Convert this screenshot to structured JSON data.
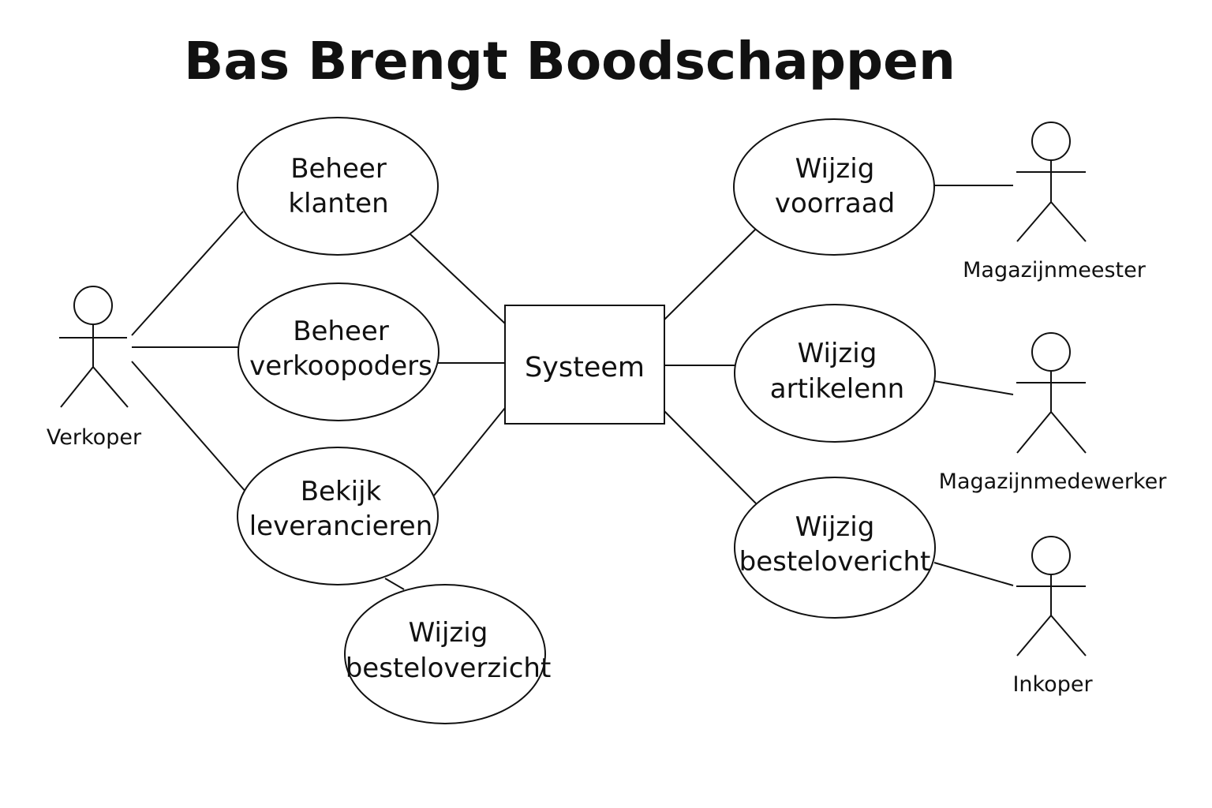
{
  "title": "Bas Brengt Boodschappen",
  "system": {
    "label": "Systeem"
  },
  "actors": {
    "verkoper": "Verkoper",
    "magazijnmeester": "Magazijnmeester",
    "magazijnmedewerker": "Magazijnmedewerker",
    "inkoper": "Inkoper"
  },
  "use_cases": {
    "beheer_klanten": [
      "Beheer",
      "klanten"
    ],
    "beheer_verkoopoders": [
      "Beheer",
      "verkoopoders"
    ],
    "bekijk_leveranciers": [
      "Bekijk",
      "leverancieren"
    ],
    "wijzig_besteloverzicht": [
      "Wijzig",
      "besteloverzicht"
    ],
    "wijzig_voorraad": [
      "Wijzig",
      "voorraad"
    ],
    "wijzig_artikelen": [
      "Wijzig",
      "artikelenn"
    ],
    "wijzig_bestelovericht": [
      "Wijzig",
      "bestelovericht"
    ]
  },
  "colors": {
    "line": "#111111",
    "background": "#ffffff"
  }
}
